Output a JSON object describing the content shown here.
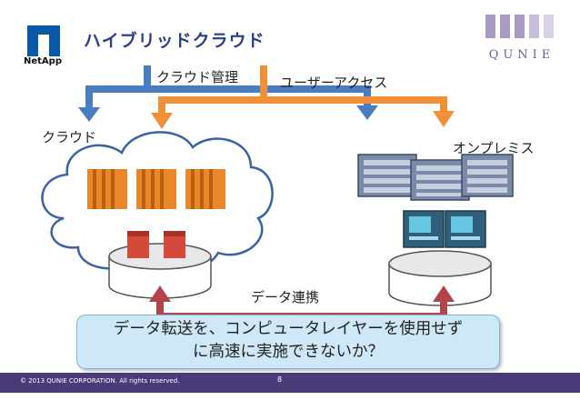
{
  "header": {
    "title": "ハイブリッドクラウド",
    "netapp_logo_text": "NetApp",
    "quinie_logo_text": "QUNIE"
  },
  "diagram": {
    "label_management": "クラウド管理",
    "label_user_access": "ユーザーアクセス",
    "label_cloud": "クラウド",
    "label_on_premise": "オンプレミス",
    "label_data_sync": "データ連携",
    "question_line1": "データ転送を、コンピュータレイヤーを使用せず",
    "question_line2": "に高速に実施できないか？"
  },
  "footer": {
    "copyright": "© 2013  QUNIE CORPORATION. All rights reserved.",
    "page_number": "8"
  },
  "colors": {
    "blue_arrow": "#4a7cc0",
    "orange_arrow": "#f0913a",
    "red_arrow": "#b5444a",
    "title": "#2d3f8c",
    "footer_bar": "#4a3a78",
    "question_box": "#cfe8f7"
  }
}
